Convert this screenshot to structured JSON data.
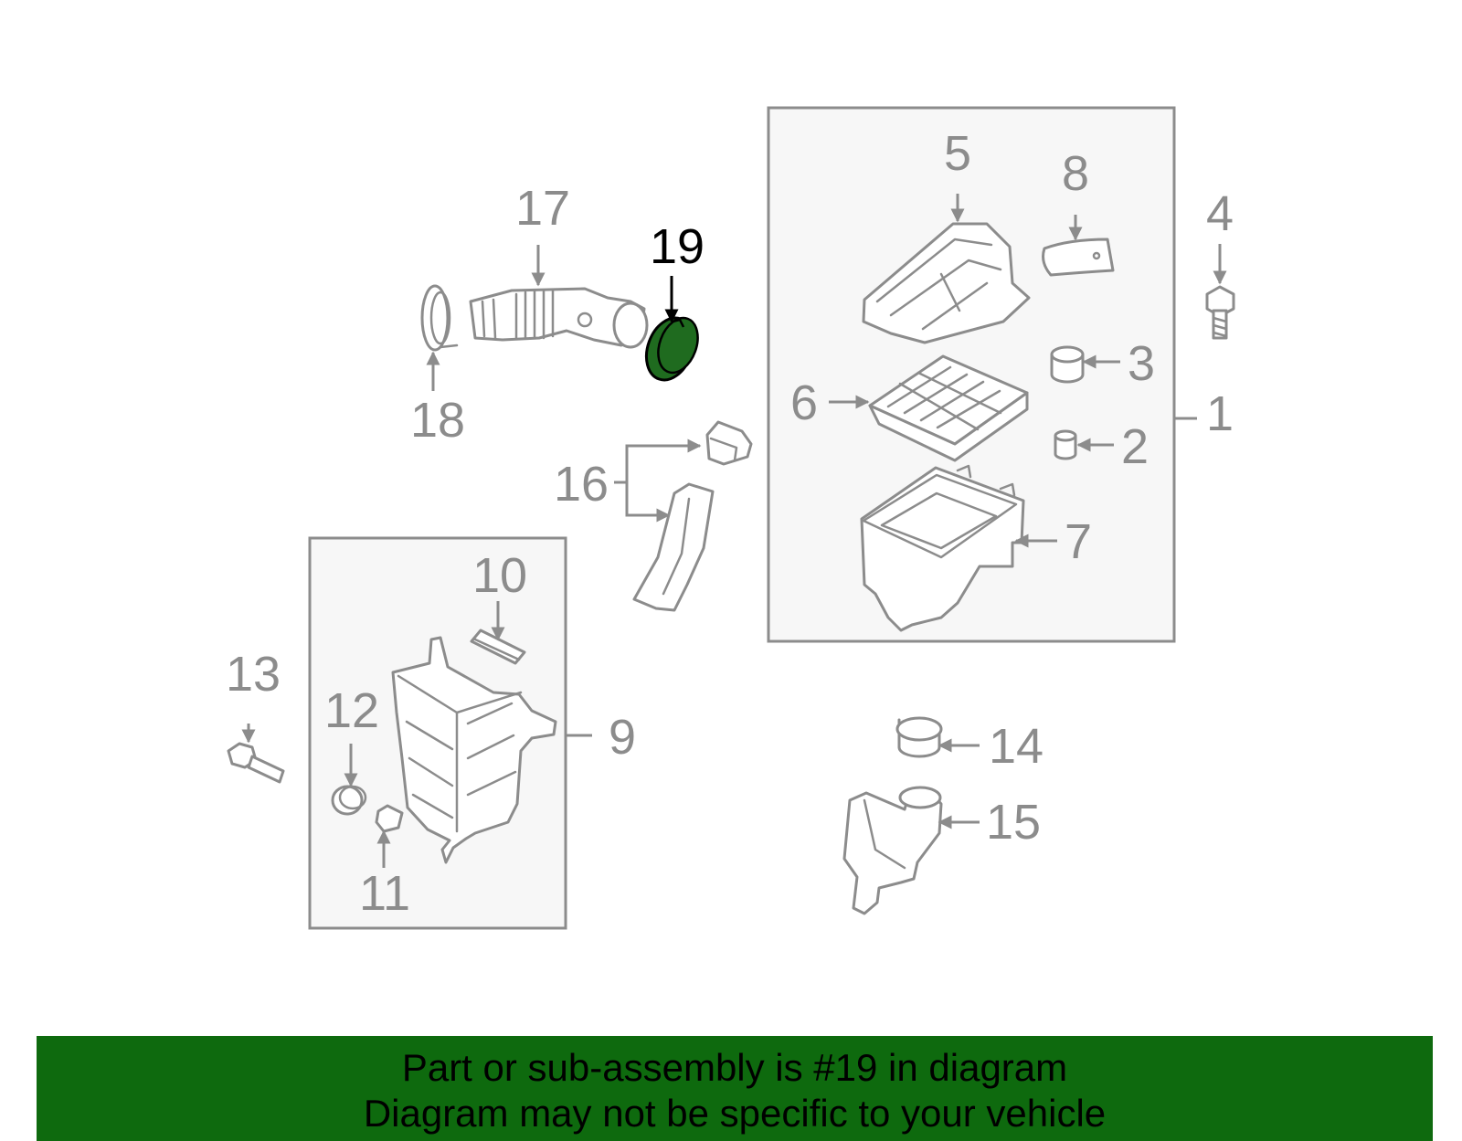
{
  "callouts": {
    "c1": "1",
    "c2": "2",
    "c3": "3",
    "c4": "4",
    "c5": "5",
    "c6": "6",
    "c7": "7",
    "c8": "8",
    "c9": "9",
    "c10": "10",
    "c11": "11",
    "c12": "12",
    "c13": "13",
    "c14": "14",
    "c15": "15",
    "c16": "16",
    "c17": "17",
    "c18": "18",
    "c19": "19"
  },
  "highlighted_callout": "19",
  "colors": {
    "line_gray": "#8c8c8c",
    "highlight_fill": "#1f6b1f",
    "banner_green": "#0e6a0e",
    "box_fill": "#f7f7f7"
  },
  "banner": {
    "line1": "Part or sub-assembly is #19 in diagram",
    "line2": "Diagram may not be specific to your vehicle"
  }
}
